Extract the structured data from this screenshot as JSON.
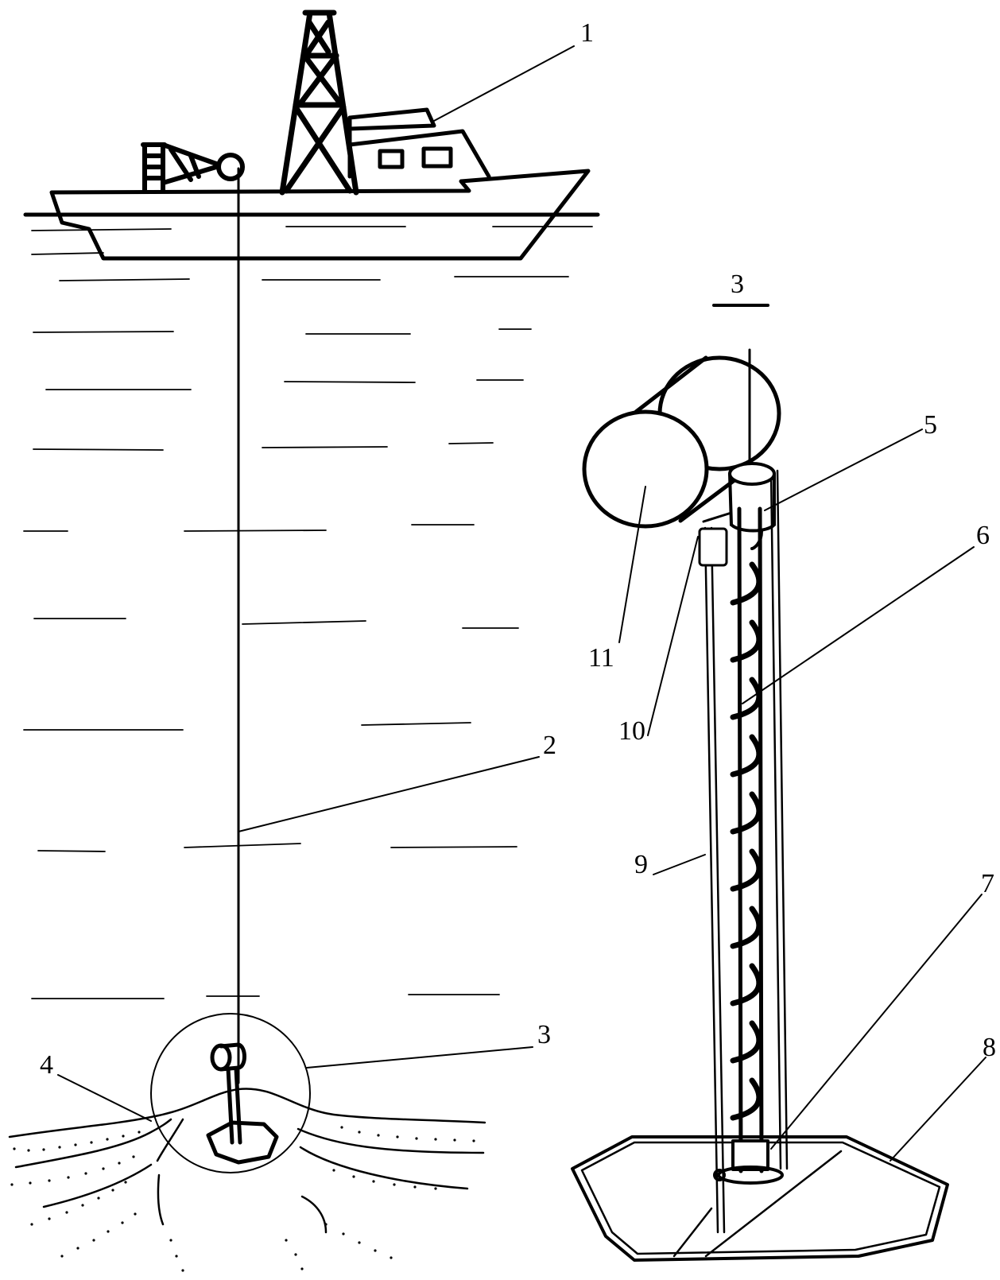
{
  "labels": {
    "l1": "1",
    "l2": "2",
    "l3": "3",
    "l4": "4",
    "l5": "5",
    "l6": "6",
    "l7": "7",
    "l8": "8",
    "l9": "9",
    "l10": "10",
    "l11": "11",
    "detail_heading": "3"
  }
}
